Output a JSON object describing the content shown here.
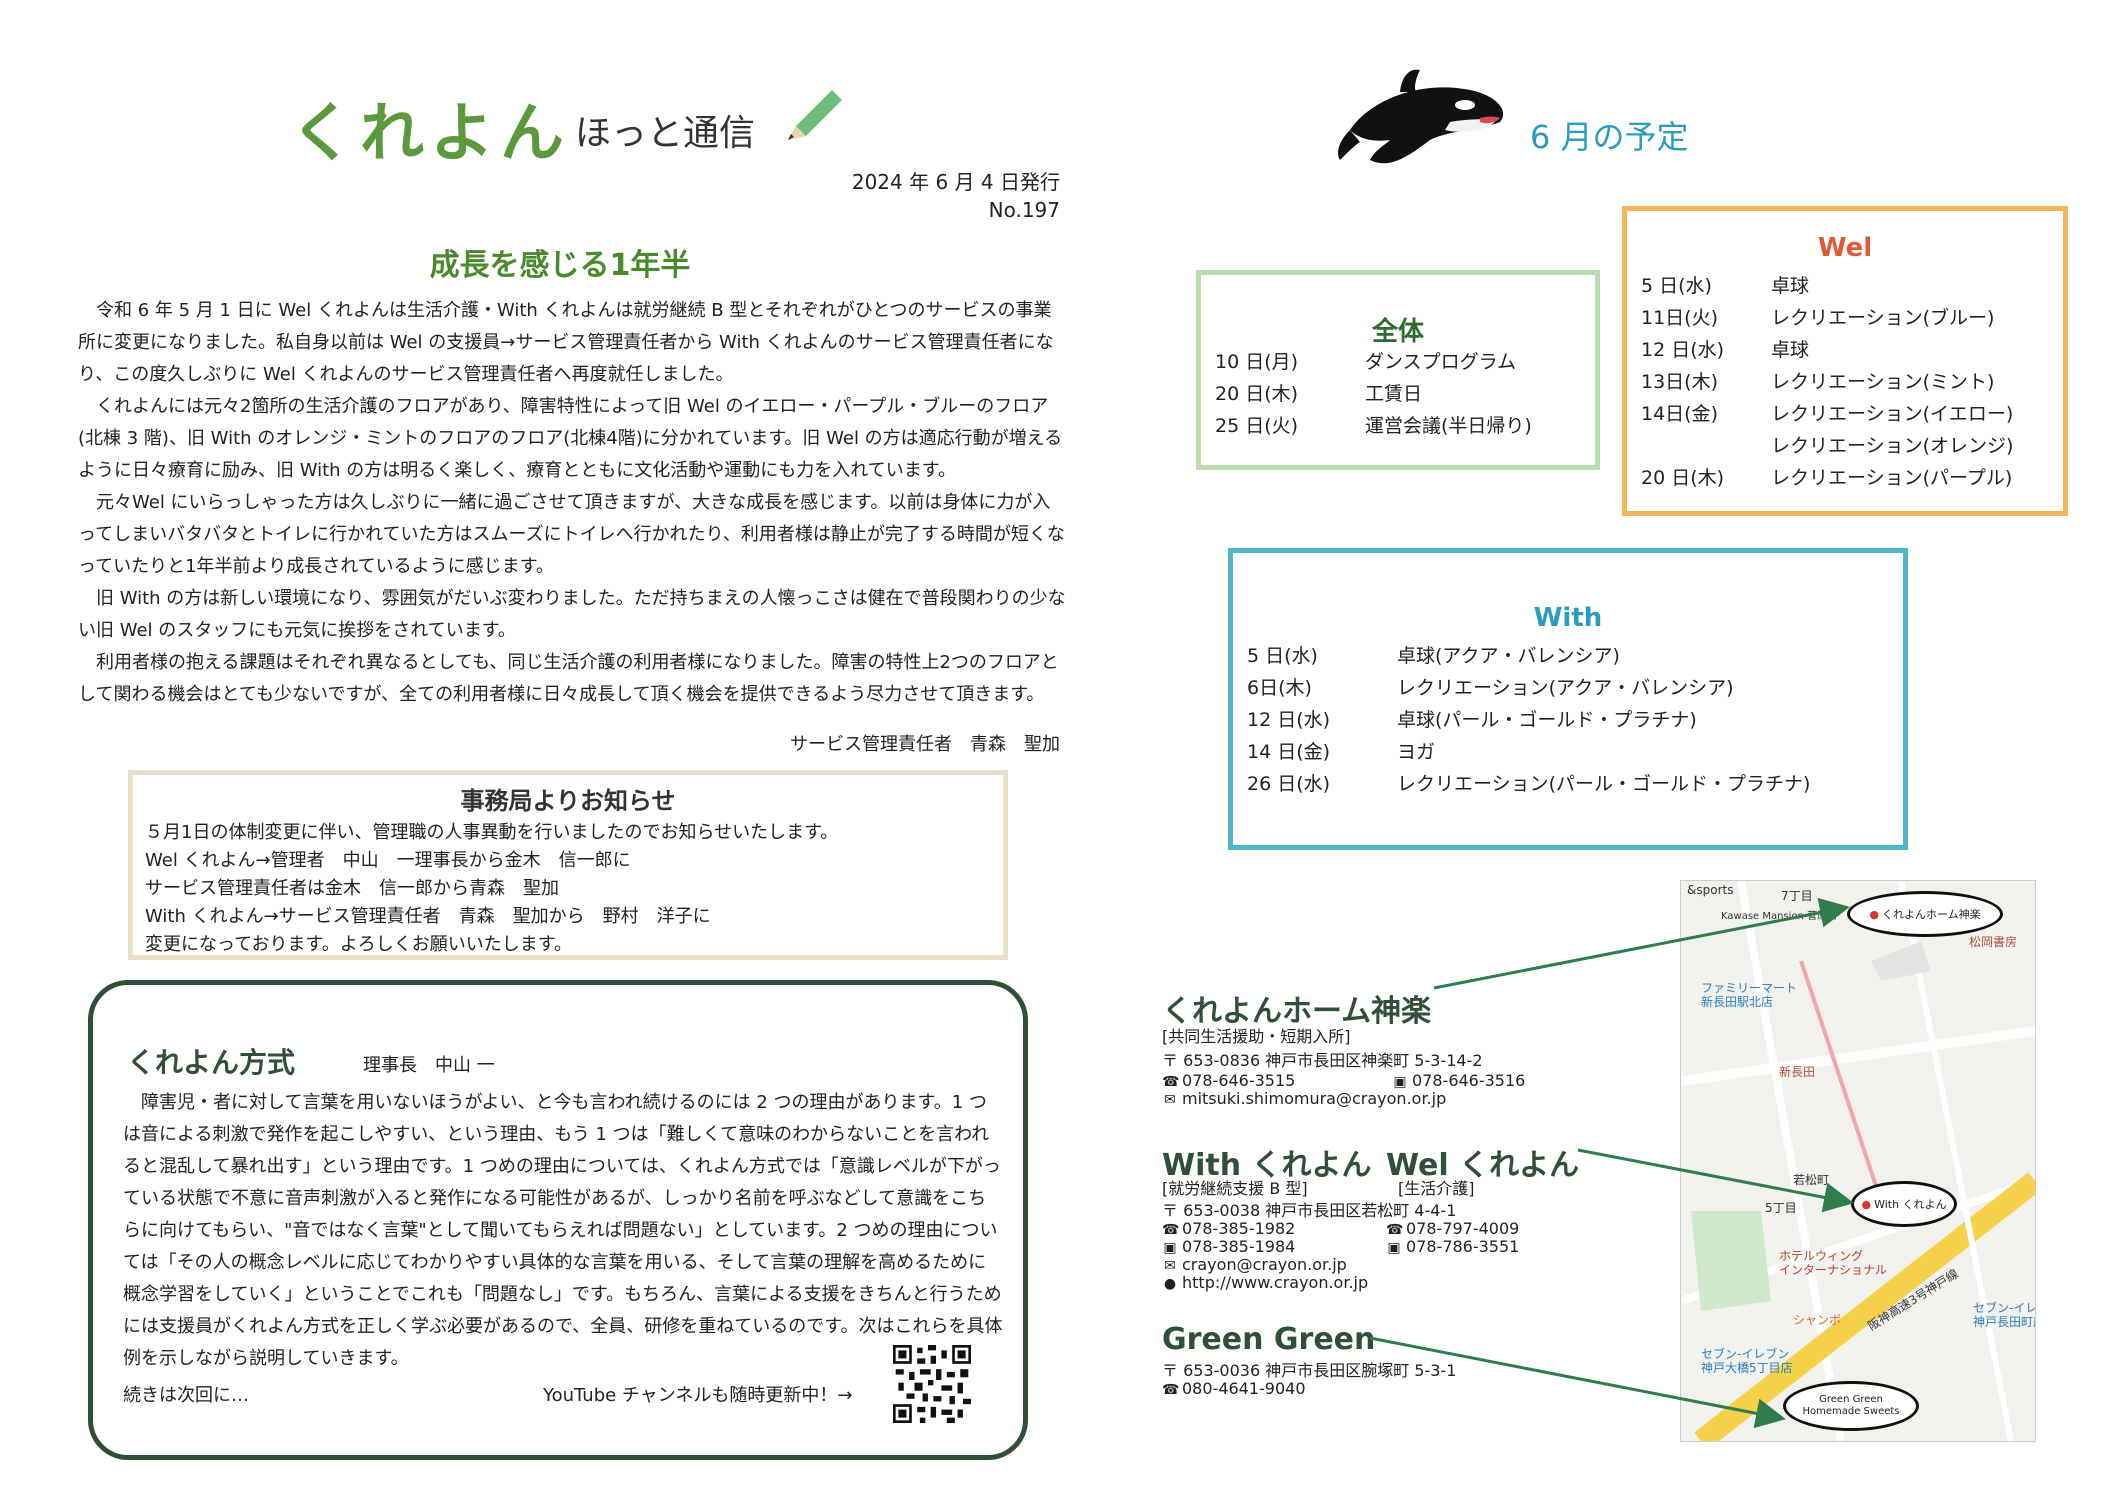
{
  "masthead": {
    "name": "くれよん",
    "subtitle": "ほっと通信"
  },
  "issue": {
    "date": "2024 年 6 月 4 日発行",
    "number": "No.197"
  },
  "article": {
    "title": "成長を感じる1年半",
    "paragraphs": [
      "令和 6 年 5 月 1 日に Wel くれよんは生活介護・With くれよんは就労継続 B 型とそれぞれがひとつのサービスの事業所に変更になりました。私自身以前は Wel の支援員→サービス管理責任者から With くれよんのサービス管理責任者になり、この度久しぶりに Wel くれよんのサービス管理責任者へ再度就任しました。",
      "くれよんには元々2箇所の生活介護のフロアがあり、障害特性によって旧 Wel のイエロー・パープル・ブルーのフロア(北棟 3 階)、旧 With のオレンジ・ミントのフロアのフロア(北棟4階)に分かれています。旧 Wel の方は適応行動が増えるように日々療育に励み、旧 With の方は明るく楽しく、療育とともに文化活動や運動にも力を入れています。",
      "元々Wel にいらっしゃった方は久しぶりに一緒に過ごさせて頂きますが、大きな成長を感じます。以前は身体に力が入ってしまいバタバタとトイレに行かれていた方はスムーズにトイレへ行かれたり、利用者様は静止が完了する時間が短くなっていたりと1年半前より成長されているように感じます。",
      "旧 With の方は新しい環境になり、雰囲気がだいぶ変わりました。ただ持ちまえの人懐っこさは健在で普段関わりの少ない旧 Wel のスタッフにも元気に挨拶をされています。",
      "利用者様の抱える課題はそれぞれ異なるとしても、同じ生活介護の利用者様になりました。障害の特性上2つのフロアとして関わる機会はとても少ないですが、全ての利用者様に日々成長して頂く機会を提供できるよう尽力させて頂きます。"
    ],
    "author": "サービス管理責任者　青森　聖加"
  },
  "notice": {
    "title": "事務局よりお知らせ",
    "lines": [
      "５月1日の体制変更に伴い、管理職の人事異動を行いましたのでお知らせいたします。",
      "Wel くれよん→管理者　中山　一理事長から金木　信一郎に",
      "サービス管理責任者は金木　信一郎から青森　聖加",
      "With くれよん→サービス管理責任者　青森　聖加から　野村　洋子に",
      "変更になっております。よろしくお願いいたします。"
    ]
  },
  "method": {
    "title": "くれよん方式",
    "author": "理事長　中山 一",
    "body": "障害児・者に対して言葉を用いないほうがよい、と今も言われ続けるのには 2 つの理由があります。1 つは音による刺激で発作を起こしやすい、という理由、もう 1 つは「難しくて意味のわからないことを言われると混乱して暴れ出す」という理由です。1 つめの理由については、くれよん方式では「意識レベルが下がっている状態で不意に音声刺激が入ると発作になる可能性があるが、しっかり名前を呼ぶなどして意識をこちらに向けてもらい、\"音ではなく言葉\"として聞いてもらえれば問題ない」としています。2 つめの理由については「その人の概念レベルに応じてわかりやすい具体的な言葉を用いる、そして言葉の理解を高めるために概念学習をしていく」ということでこれも「問題なし」です。もちろん、言葉による支援をきちんと行うためには支援員がくれよん方式を正しく学ぶ必要があるので、全員、研修を重ねているのです。次はこれらを具体例を示しながら説明していきます。",
    "continue": "続きは次回に…",
    "youtube": "YouTube チャンネルも随時更新中！→"
  },
  "schedule": {
    "title": "6 月の予定",
    "zentai": {
      "title": "全体",
      "rows": [
        {
          "date": "10 日(月)",
          "event": "ダンスプログラム"
        },
        {
          "date": "20 日(木)",
          "event": "工賃日"
        },
        {
          "date": "25 日(火)",
          "event": "運営会議(半日帰り)"
        }
      ]
    },
    "wel": {
      "title": "Wel",
      "rows": [
        {
          "date": "5 日(水)",
          "event": "卓球"
        },
        {
          "date": "11日(火)",
          "event": "レクリエーション(ブルー)"
        },
        {
          "date": "12 日(水)",
          "event": "卓球"
        },
        {
          "date": "13日(木)",
          "event": "レクリエーション(ミント)"
        },
        {
          "date": "14日(金)",
          "event": "レクリエーション(イエロー)"
        },
        {
          "date": "",
          "event": "レクリエーション(オレンジ)"
        },
        {
          "date": "20 日(木)",
          "event": "レクリエーション(パープル)"
        }
      ]
    },
    "with": {
      "title": "With",
      "rows": [
        {
          "date": "5 日(水)",
          "event": "卓球(アクア・バレンシア)"
        },
        {
          "date": "6日(木)",
          "event": "レクリエーション(アクア・バレンシア)"
        },
        {
          "date": "12 日(水)",
          "event": "卓球(パール・ゴールド・プラチナ)"
        },
        {
          "date": "14 日(金)",
          "event": "ヨガ"
        },
        {
          "date": "26 日(水)",
          "event": "レクリエーション(パール・ゴールド・プラチナ)"
        }
      ]
    }
  },
  "facilities": {
    "home": {
      "name": "くれよんホーム神楽",
      "type": "[共同生活援助・短期入所]",
      "address": "〒 653-0836  神戸市長田区神楽町 5-3-14-2",
      "tel": "078-646-3515",
      "fax": "078-646-3516",
      "email": "mitsuki.shimomura@crayon.or.jp"
    },
    "with_wel": {
      "name_with": "With くれよん",
      "name_wel": "Wel くれよん",
      "type_with": "[就労継続支援 B 型]",
      "type_wel": "[生活介護]",
      "address": "〒 653-0038  神戸市長田区若松町 4-4-1",
      "tel_with": "078-385-1982",
      "fax_with": "078-385-1984",
      "tel_wel": "078-797-4009",
      "fax_wel": "078-786-3551",
      "email": "crayon@crayon.or.jp",
      "web": "http://www.crayon.or.jp"
    },
    "green": {
      "name": "Green Green",
      "address": "〒 653-0036  神戸市長田区腕塚町 5-3-1",
      "tel": "080-4641-9040"
    }
  },
  "map": {
    "pin_home": "くれよんホーム神楽",
    "pin_with": "With くれよん",
    "pin_green_1": "Green Green",
    "pin_green_2": "Homemade Sweets",
    "labels": {
      "sports": "&sports",
      "block7": "7丁目",
      "kawase": "Kawase Mansion 菅原店",
      "matsuoka": "松岡書房",
      "family_1": "ファミリーマート",
      "family_2": "新長田駅北店",
      "shinnagata": "新長田",
      "wakamatsu": "若松町",
      "hotel_1": "ホテルウィング",
      "hotel_2": "インターナショナル",
      "seven_1": "セブン-イレブン",
      "seven_2": "神戸大橋5丁目店",
      "seven_r1": "セブン-イレ",
      "seven_r2": "神戸長田町店",
      "hanshin": "阪神高速3号神戸線",
      "shanshan": "シャンボ",
      "block5": "5丁目"
    }
  },
  "colors": {
    "green_title": "#5a9a3c",
    "teal": "#2a9dbf",
    "orange_border": "#f4b45a",
    "red_title": "#e05a3a",
    "dark_green": "#2f4f38"
  }
}
